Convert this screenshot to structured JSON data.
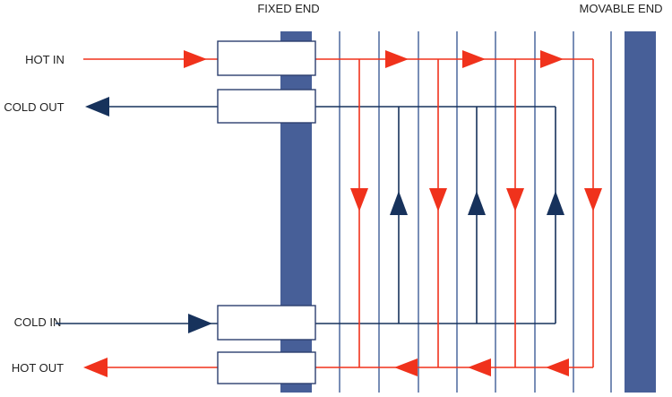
{
  "labels": {
    "fixed_end": "FIXED END",
    "movable_end": "MOVABLE END",
    "hot_in": "HOT IN",
    "cold_out": "COLD OUT",
    "cold_in": "COLD IN",
    "hot_out": "HOT OUT"
  },
  "colors": {
    "hot": "#f0321c",
    "cold": "#17325c",
    "plate": "#3e5d97",
    "frame": "#475f98",
    "port_border": "#2c3e6e"
  },
  "flows": {
    "hot_channels": 4,
    "cold_channels": 3
  }
}
